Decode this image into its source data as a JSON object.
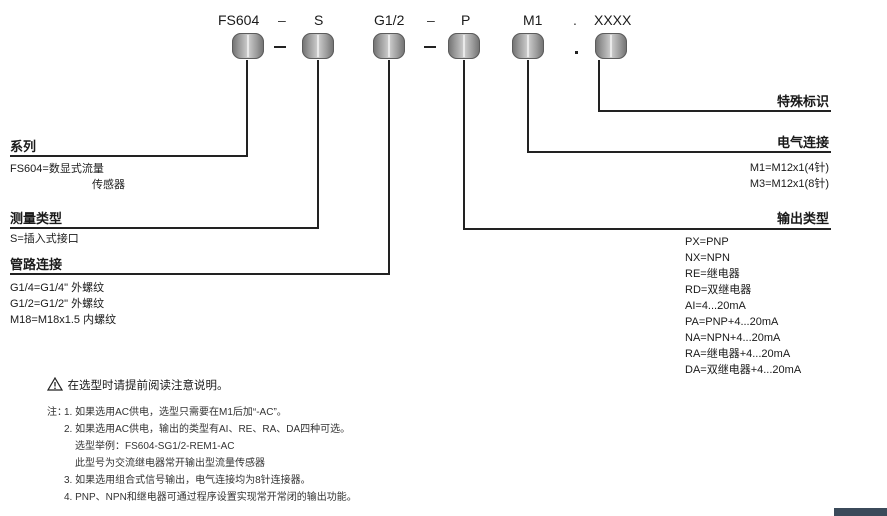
{
  "code": {
    "parts": [
      "FS604",
      "S",
      "G1/2",
      "P",
      "M1",
      "XXXX"
    ],
    "separators": [
      "–",
      "–",
      "."
    ]
  },
  "right": {
    "special": {
      "title": "特殊标识"
    },
    "electrical": {
      "title": "电气连接",
      "items": [
        "M1=M12x1(4针)",
        "M3=M12x1(8针)"
      ]
    },
    "output": {
      "title": "输出类型",
      "items": [
        "PX=PNP",
        "NX=NPN",
        "RE=继电器",
        "RD=双继电器",
        "AI=4...20mA",
        "PA=PNP+4...20mA",
        "NA=NPN+4...20mA",
        "RA=继电器+4...20mA",
        "DA=双继电器+4...20mA"
      ]
    }
  },
  "left": {
    "series": {
      "title": "系列",
      "items": [
        "FS604=数显式流量",
        "传感器"
      ]
    },
    "measure": {
      "title": "测量类型",
      "items": [
        "S=插入式接口"
      ]
    },
    "pipe": {
      "title": "管路连接",
      "items": [
        "G1/4=G1/4\" 外螺纹",
        "G1/2=G1/2\" 外螺纹",
        "M18=M18x1.5 内螺纹"
      ]
    }
  },
  "warning": "在选型时请提前阅读注意说明。",
  "notes": {
    "prefix": "注：",
    "lines": [
      "1. 如果选用AC供电，选型只需要在M1后加“-AC”。",
      "2. 如果选用AC供电，输出的类型有AI、RE、RA、DA四种可选。",
      "选型举例：FS604-SG1/2-REM1-AC",
      "此型号为交流继电器常开输出型流量传感器",
      "3. 如果选用组合式信号输出，电气连接均为8针连接器。",
      "4. PNP、NPN和继电器可通过程序设置实现常开常闭的输出功能。"
    ]
  }
}
